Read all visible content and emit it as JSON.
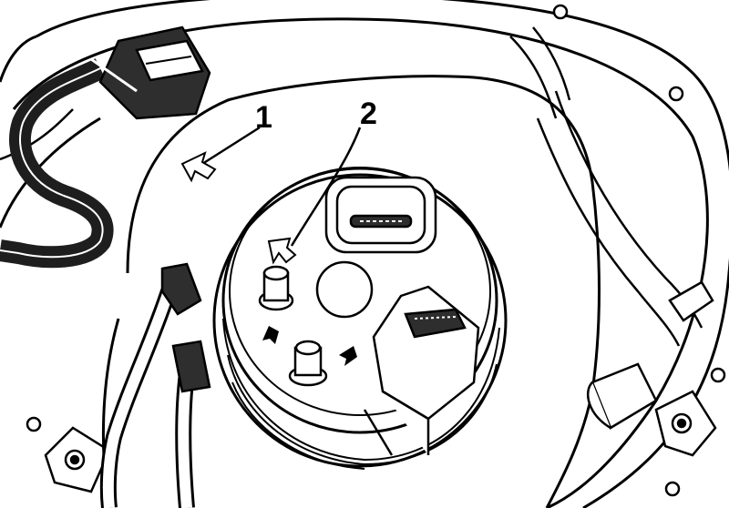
{
  "callouts": [
    {
      "id": "1",
      "text": "1"
    },
    {
      "id": "2",
      "text": "2"
    }
  ],
  "colors": {
    "line": "#000000",
    "background": "#ffffff",
    "connector_fill": "#2e2e2e",
    "hose_fill": "#1e1e1e",
    "light_grey": "#e6e6e6"
  }
}
